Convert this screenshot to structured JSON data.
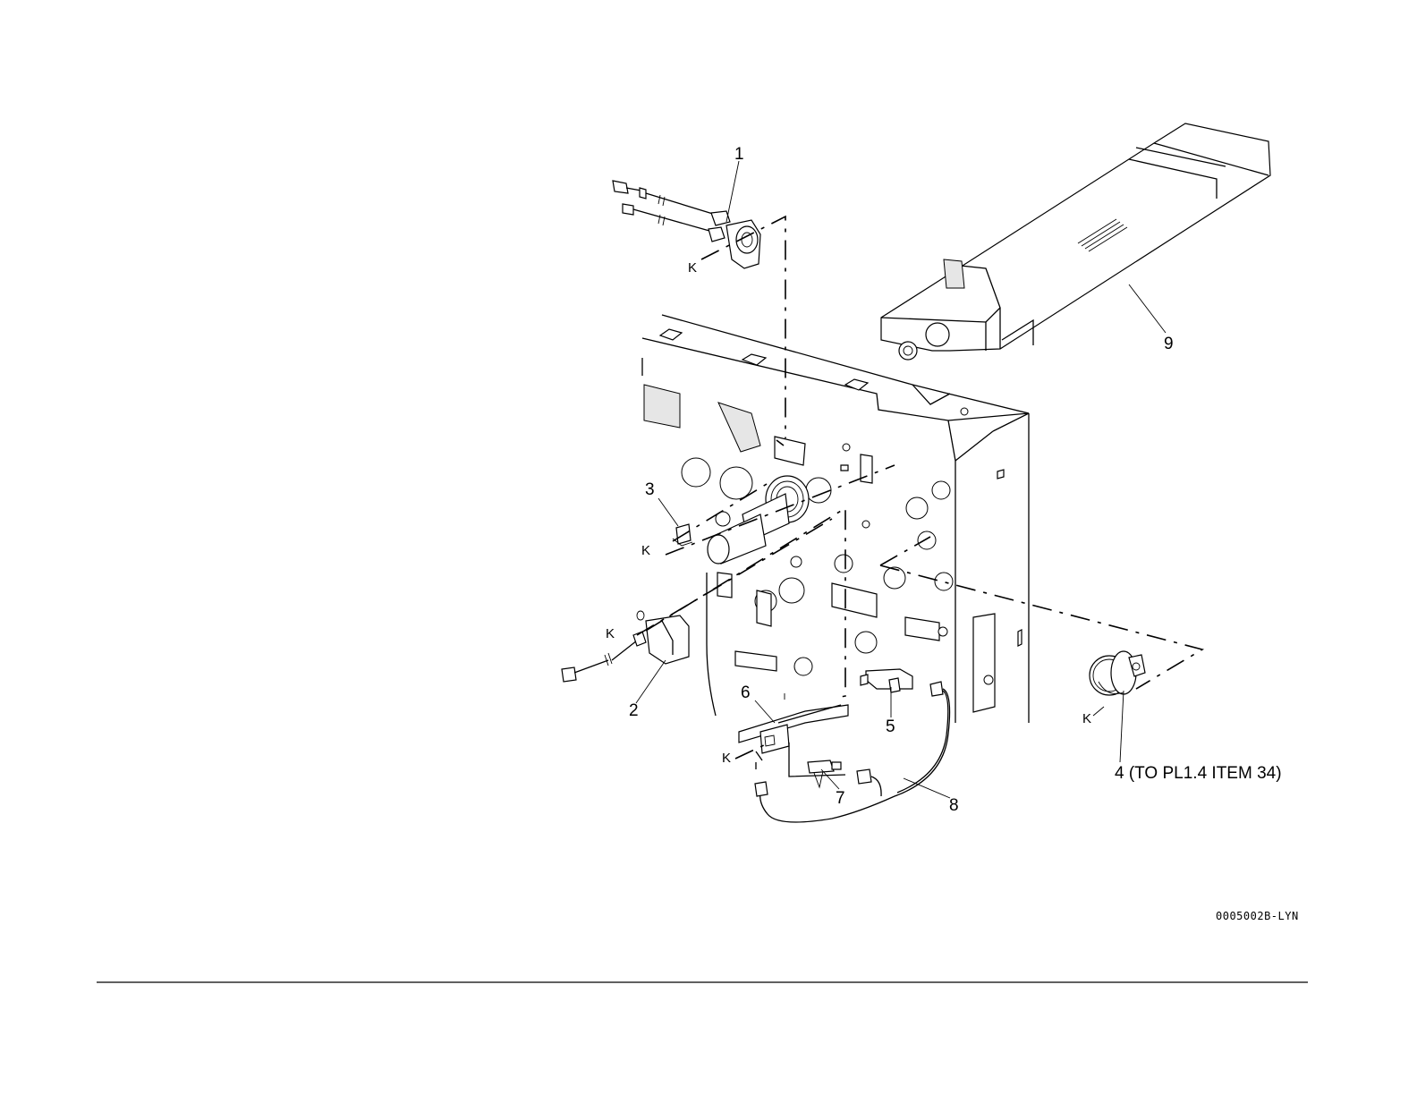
{
  "callouts": {
    "c1": "1",
    "c2": "2",
    "c3": "3",
    "c4": "4 (TO PL1.4 ITEM 34)",
    "c5": "5",
    "c6": "6",
    "c7": "7",
    "c8": "8",
    "c9": "9"
  },
  "k_mark": "K",
  "figure_code": "0005002B-LYN"
}
